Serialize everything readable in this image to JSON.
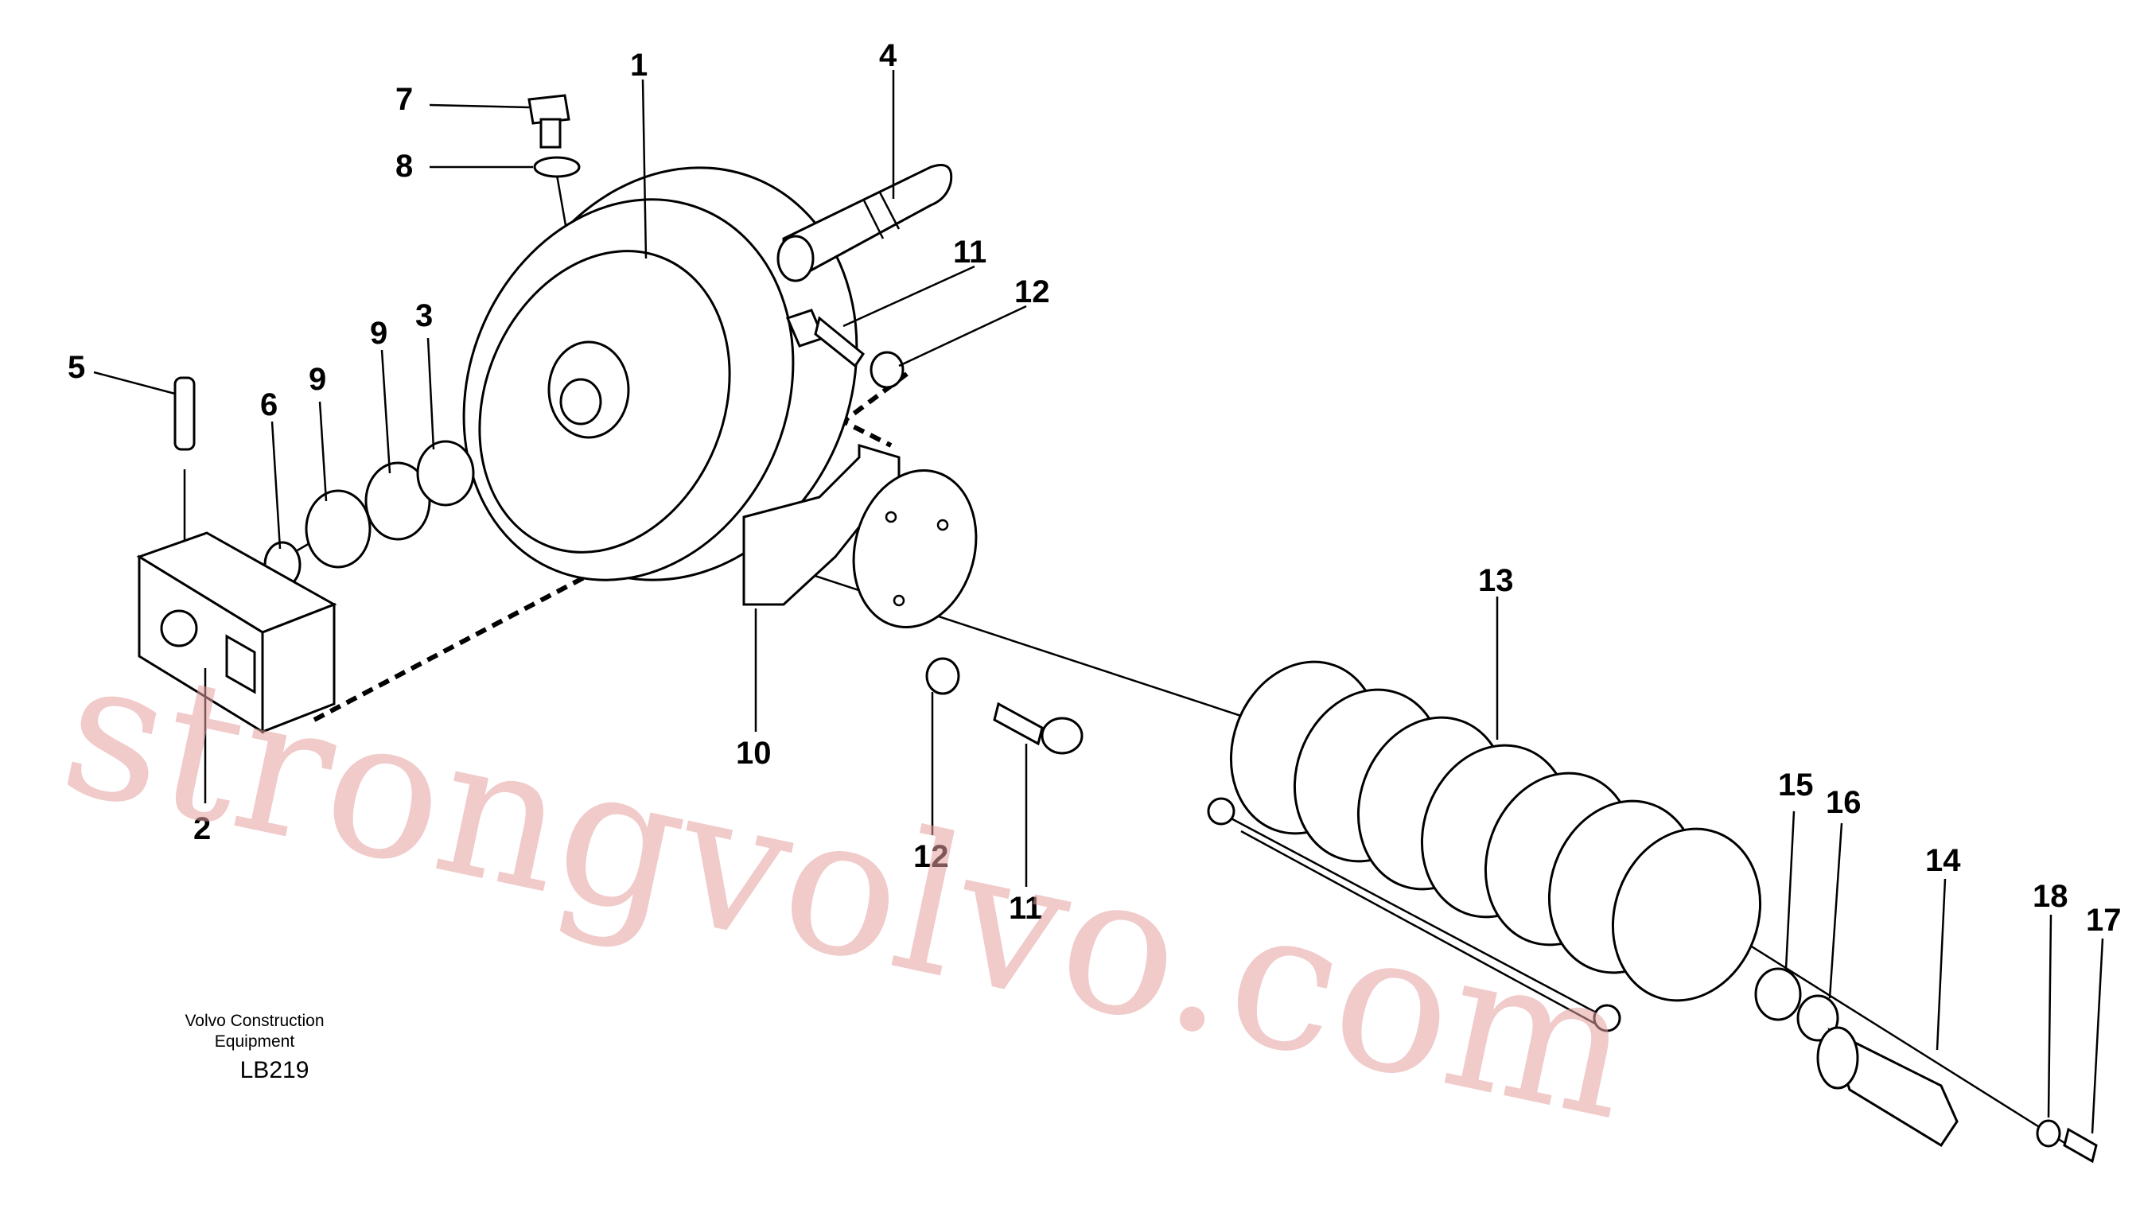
{
  "callouts": {
    "c1": "1",
    "c2": "2",
    "c3": "3",
    "c4": "4",
    "c5": "5",
    "c6": "6",
    "c7": "7",
    "c8": "8",
    "c9a": "9",
    "c9b": "9",
    "c10": "10",
    "c11a": "11",
    "c11b": "11",
    "c12a": "12",
    "c12b": "12",
    "c13": "13",
    "c14": "14",
    "c15": "15",
    "c16": "16",
    "c17": "17",
    "c18": "18"
  },
  "caption": {
    "line1": "Volvo Construction",
    "line2": "Equipment",
    "code": "LB219"
  },
  "watermark": "strongvolvo.com",
  "colors": {
    "line": "#000000",
    "watermark": "#e6a0a0",
    "background": "#ffffff"
  }
}
